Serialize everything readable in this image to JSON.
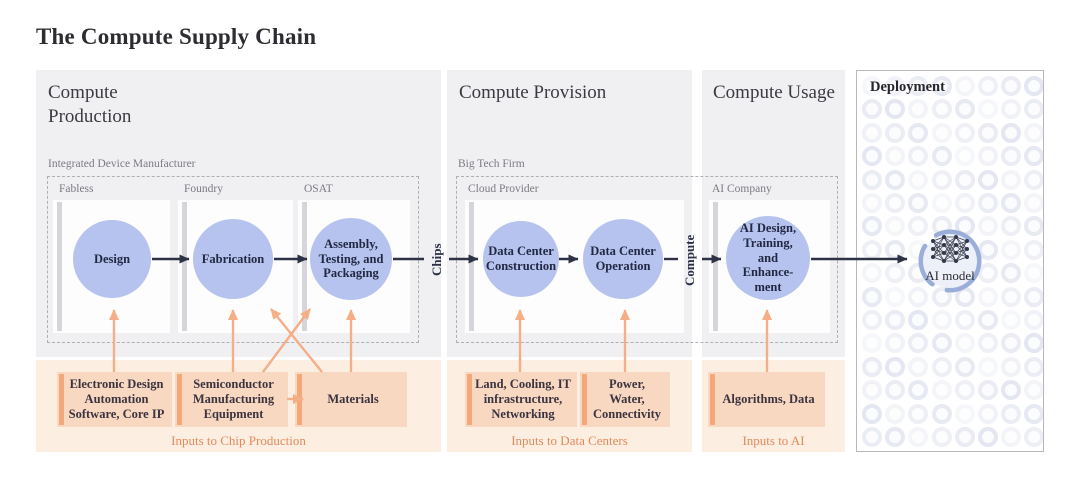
{
  "title": "The Compute Supply Chain",
  "connectors": {
    "chips_label": "Chips",
    "compute_label": "Compute"
  },
  "panels": {
    "production": {
      "heading": "Compute Production",
      "org_label": "Integrated Device Manufacturer",
      "sections": [
        {
          "label": "Fabless",
          "node": "Design"
        },
        {
          "label": "Foundry",
          "node": "Fabrication"
        },
        {
          "label": "OSAT",
          "node": "Assembly, Testing, and Packaging"
        }
      ],
      "inputs": {
        "boxes": [
          "Electronic Design Automation Software, Core IP",
          "Semiconductor Manufacturing Equipment",
          "Materials"
        ],
        "caption": "Inputs to Chip Production"
      }
    },
    "provision": {
      "heading": "Compute Provision",
      "org_label": "Big Tech Firm",
      "sub_label": "Cloud Provider",
      "nodes": [
        "Data Center Construction",
        "Data Center Operation"
      ],
      "inputs": {
        "boxes": [
          "Land, Cooling, IT infrastructure, Networking",
          "Power, Water, Connectivity"
        ],
        "caption": "Inputs to Data Centers"
      }
    },
    "usage": {
      "heading": "Compute Usage",
      "sub_label": "AI Company",
      "node": "AI Design, Training, and Enhance-ment",
      "inputs": {
        "boxes": [
          "Algorithms, Data"
        ],
        "caption": "Inputs to AI"
      }
    },
    "deployment": {
      "heading": "Deployment",
      "model_label": "AI model"
    }
  },
  "colors": {
    "panel_gray": "#f0f0f3",
    "panel_orange": "#fdeee2",
    "node_blue": "#b5c3ee",
    "input_box": "#f9d8c1",
    "input_bar": "#f2a878",
    "arrow_dark": "#2e3245",
    "arrow_orange": "#f5ae85",
    "caption_orange": "#e28a5c",
    "ring": "#e3e5f0",
    "badge_arc": "#9badd9"
  }
}
